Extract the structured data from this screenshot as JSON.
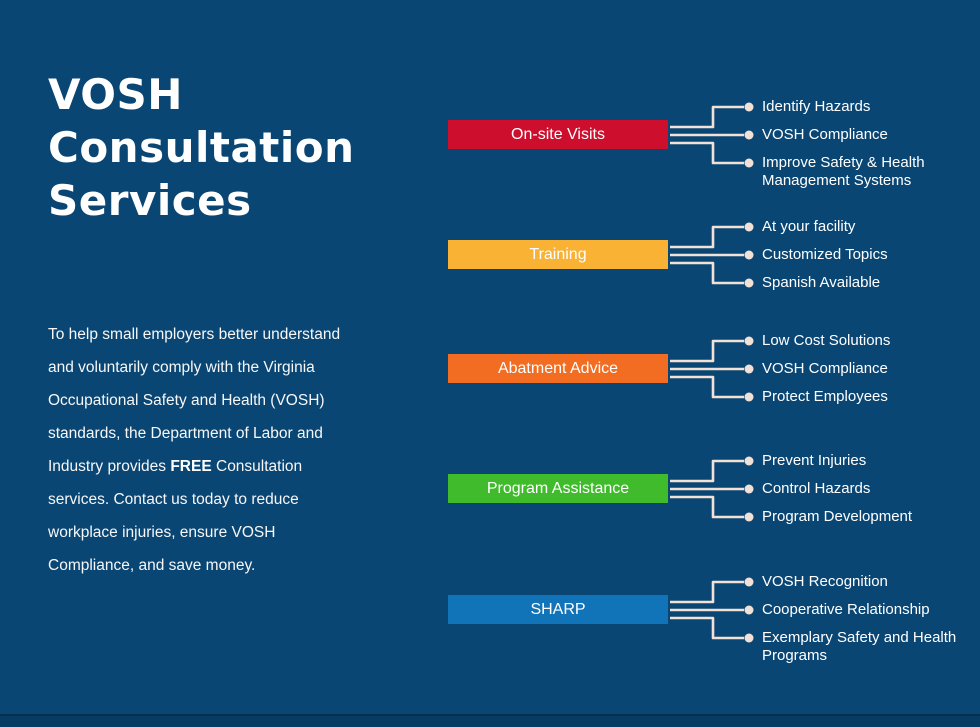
{
  "page": {
    "title": "VOSH Consultation Services",
    "paragraph": {
      "before_bold": "To help small employers better understand and voluntarily comply with the Virginia Occupational Safety and Health (VOSH) standards, the Department of Labor and Industry provides ",
      "bold": "FREE",
      "after_bold": " Consultation services. Contact us today to reduce workplace injuries, ensure VOSH Compliance, and save money."
    }
  },
  "colors": {
    "background": "#0A4674",
    "footer_strip": "#063C62",
    "connector": "#F2E1D6",
    "text": "#FFFFFF"
  },
  "groups": [
    {
      "label": "On-site Visits",
      "color": "#CE0E2D",
      "items": [
        "Identify Hazards",
        "VOSH Compliance",
        "Improve Safety & Health Management Systems"
      ]
    },
    {
      "label": "Training",
      "color": "#F9B233",
      "items": [
        "At your facility",
        "Customized Topics",
        "Spanish Available"
      ]
    },
    {
      "label": "Abatment Advice",
      "color": "#F26D21",
      "items": [
        "Low Cost Solutions",
        "VOSH Compliance",
        "Protect Employees"
      ]
    },
    {
      "label": "Program Assistance",
      "color": "#3FBB2B",
      "items": [
        "Prevent Injuries",
        "Control Hazards",
        "Program Development"
      ]
    },
    {
      "label": "SHARP",
      "color": "#1274B8",
      "items": [
        "VOSH Recognition",
        "Cooperative Relationship",
        "Exemplary Safety and Health Programs"
      ]
    }
  ]
}
